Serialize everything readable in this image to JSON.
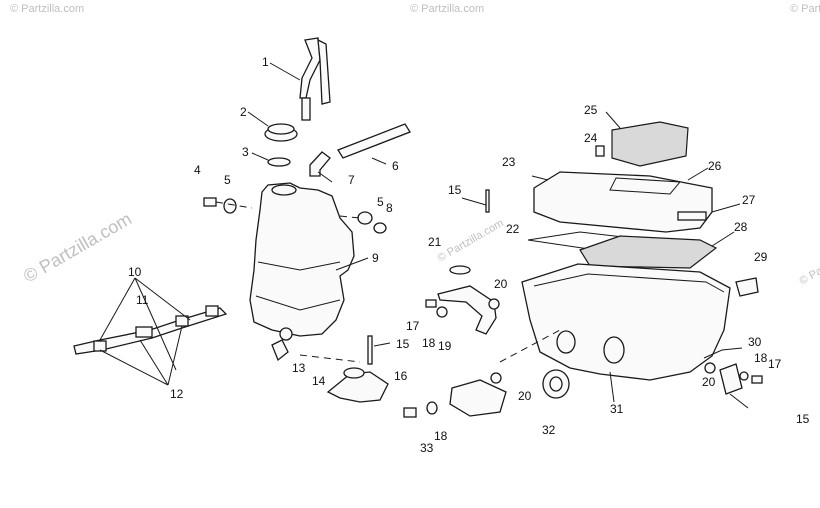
{
  "watermark": {
    "side_text": "© Partzilla.com",
    "small_text": "© Partzilla.com"
  },
  "callouts": [
    "1",
    "2",
    "3",
    "4",
    "5",
    "5",
    "6",
    "7",
    "8",
    "9",
    "10",
    "11",
    "12",
    "13",
    "14",
    "15",
    "15",
    "15",
    "16",
    "17",
    "17",
    "18",
    "18",
    "18",
    "19",
    "20",
    "20",
    "20",
    "21",
    "22",
    "23",
    "24",
    "25",
    "26",
    "27",
    "28",
    "29",
    "30",
    "31",
    "32",
    "33"
  ]
}
